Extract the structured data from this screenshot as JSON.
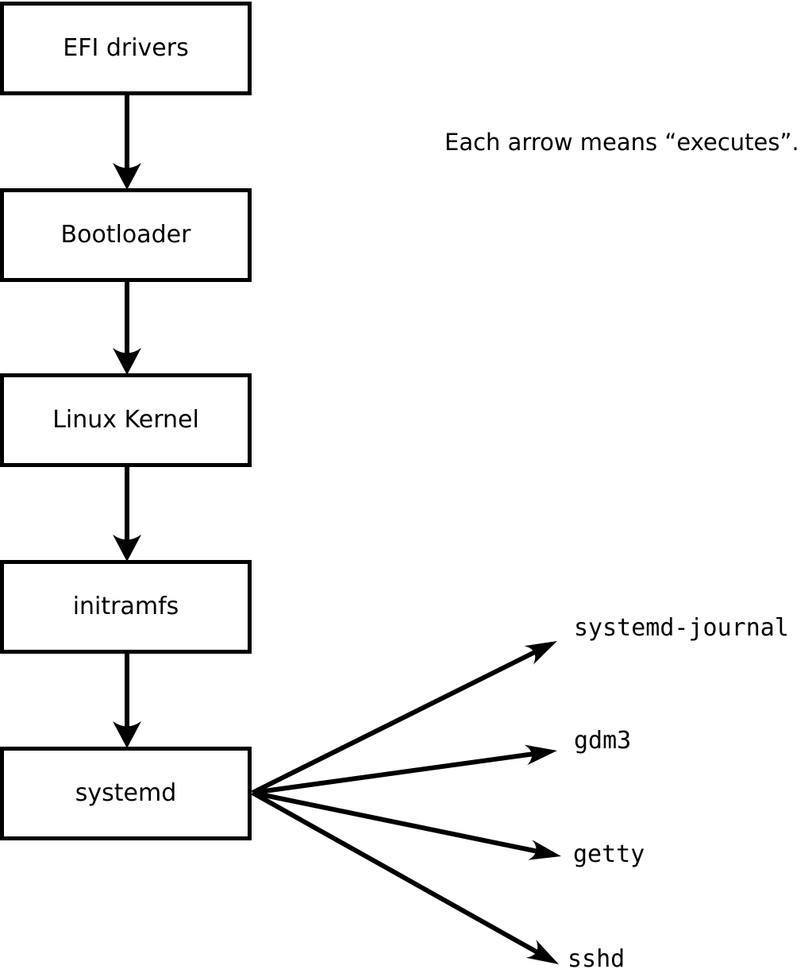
{
  "note": "Each arrow means “executes”.",
  "boot_chain": [
    {
      "label": "EFI drivers"
    },
    {
      "label": "Bootloader"
    },
    {
      "label": "Linux Kernel"
    },
    {
      "label": "initramfs"
    },
    {
      "label": "systemd"
    }
  ],
  "spawned_services": [
    {
      "label": "systemd-journal"
    },
    {
      "label": "gdm3"
    },
    {
      "label": "getty"
    },
    {
      "label": "sshd"
    }
  ],
  "colors": {
    "ink": "#000000",
    "box_fill": "#ffffff",
    "background": "#ffffff"
  }
}
